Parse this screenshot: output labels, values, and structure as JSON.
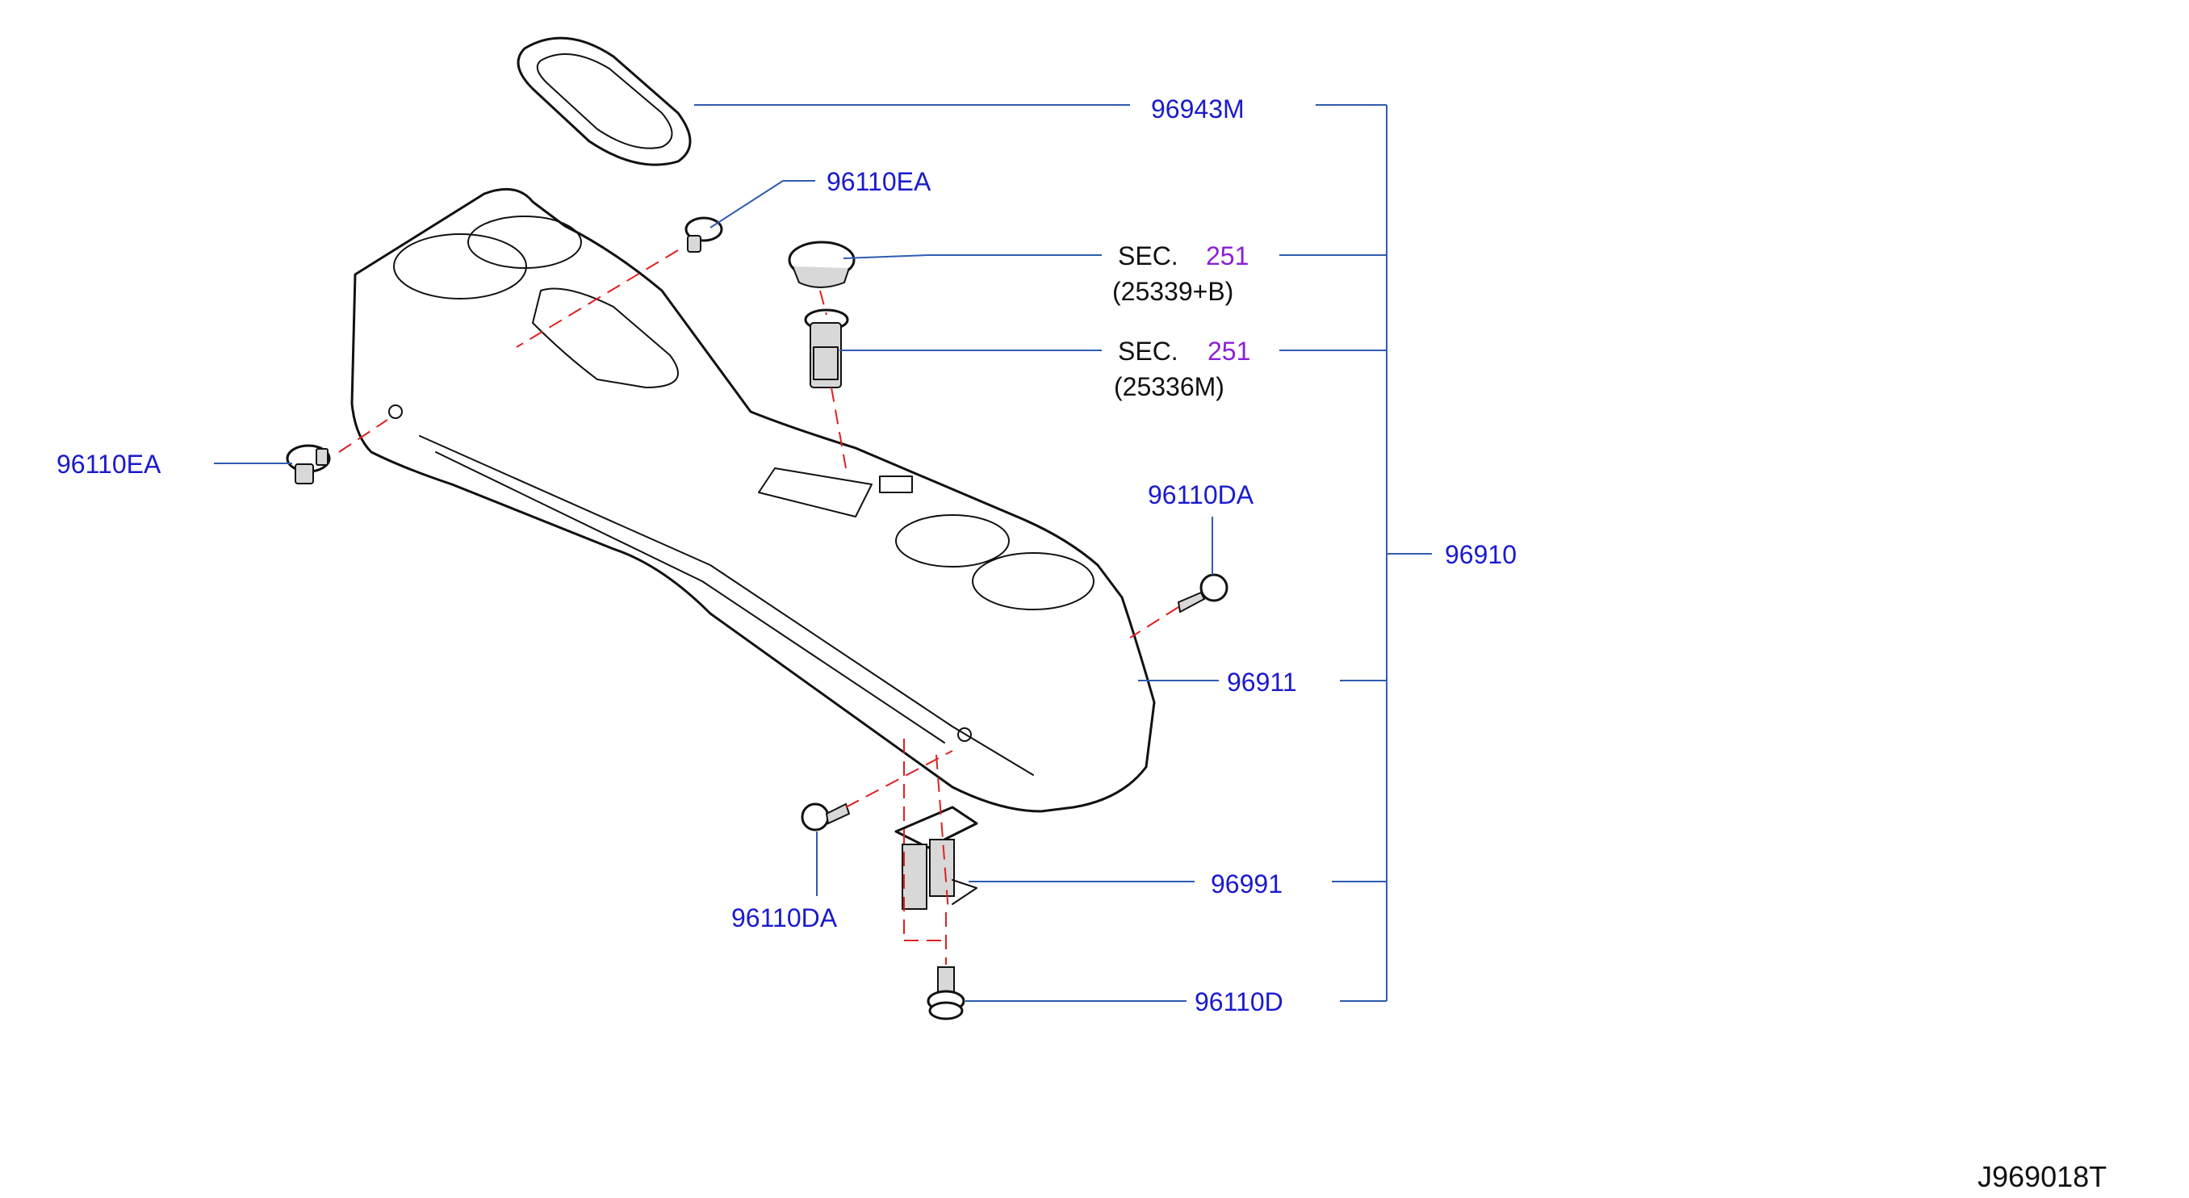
{
  "callouts": {
    "gear_boot_finisher": "96943M",
    "clip_upper": "96110EA",
    "sec_a_prefix": "SEC.",
    "sec_a_number": "251",
    "sec_a_sub": "(25339+B)",
    "sec_b_prefix": "SEC.",
    "sec_b_number": "251",
    "sec_b_sub": "(25336M)",
    "clip_left": "96110EA",
    "screw_right": "96110DA",
    "console_assembly": "96910",
    "console_body": "96911",
    "bracket": "96991",
    "screw_lower": "96110DA",
    "bolt": "96110D"
  },
  "diagram_code": "J969018T",
  "colors": {
    "part_number": "#1a1acc",
    "section_number": "#8a1fd6",
    "leader_line": "#2f5bb0",
    "phantom_line": "#e02020",
    "outline": "#111111"
  }
}
